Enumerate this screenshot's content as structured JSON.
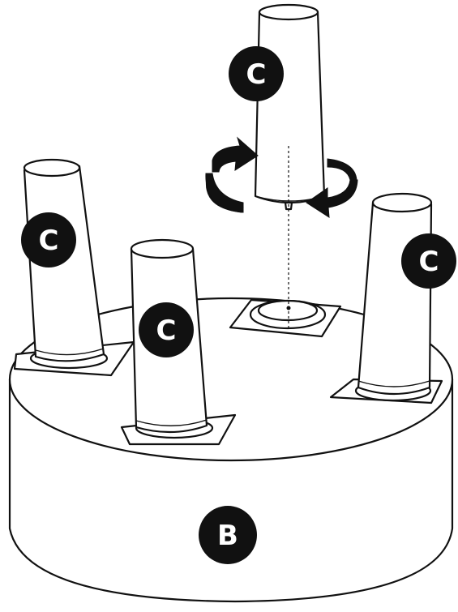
{
  "labels": {
    "base": "B",
    "leg_1": "C",
    "leg_2": "C",
    "leg_3": "C",
    "leg_4": "C"
  },
  "colors": {
    "line": "#111111",
    "fill": "#ffffff",
    "label_badge": "#111111",
    "label_text": "#ffffff"
  },
  "icons": {
    "rotate_left": "rotate-arrow-icon",
    "rotate_right": "rotate-arrow-icon"
  }
}
